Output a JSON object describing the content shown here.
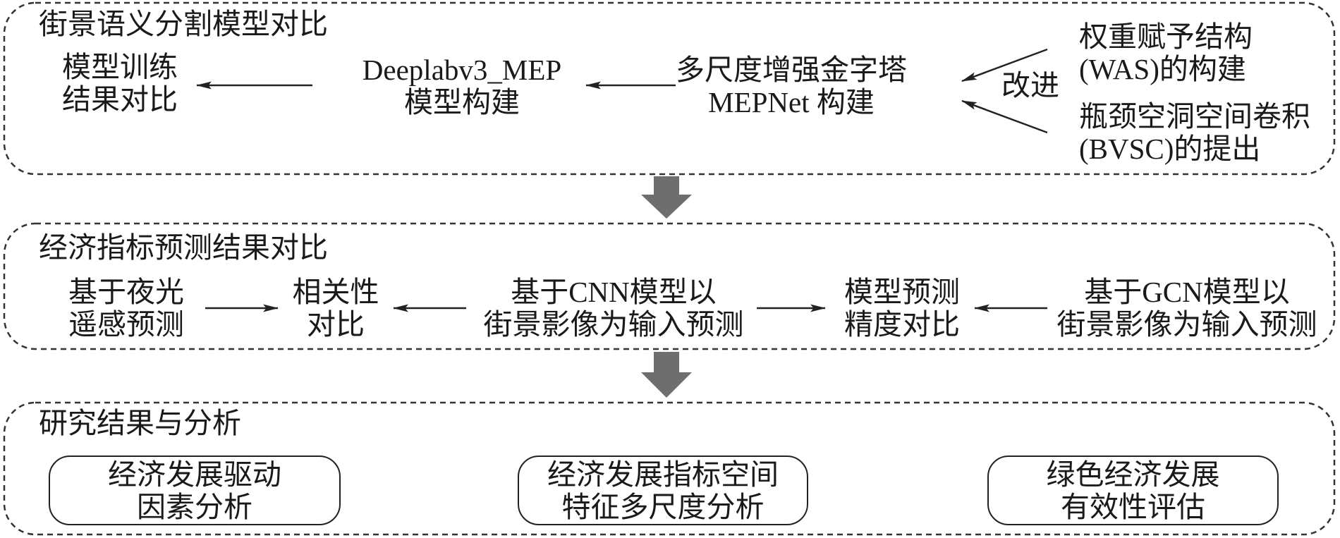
{
  "segmentation": {
    "title": "街景语义分割模型对比",
    "training": [
      "模型训练",
      "结果对比"
    ],
    "deeplab": [
      "Deeplabv3_MEP",
      "模型构建"
    ],
    "mepnet": [
      "多尺度增强金字塔",
      "MEPNet 构建"
    ],
    "improve_label": "改进",
    "was": [
      "权重赋予结构",
      "(WAS)的构建"
    ],
    "bvsc": [
      "瓶颈空洞空间卷积",
      "(BVSC)的提出"
    ]
  },
  "prediction": {
    "title": "经济指标预测结果对比",
    "night_light": [
      "基于夜光",
      "遥感预测"
    ],
    "correlation": [
      "相关性",
      "对比"
    ],
    "cnn": [
      "基于CNN模型以",
      "街景影像为输入预测"
    ],
    "accuracy": [
      "模型预测",
      "精度对比"
    ],
    "gcn": [
      "基于GCN模型以",
      "街景影像为输入预测"
    ]
  },
  "results": {
    "title": "研究结果与分析",
    "items": [
      [
        "经济发展驱动",
        "因素分析"
      ],
      [
        "经济发展指标空间",
        "特征多尺度分析"
      ],
      [
        "绿色经济发展",
        "有效性评估"
      ]
    ]
  },
  "colors": {
    "background": "#ffffff",
    "text": "#1a1a1a",
    "stroke": "#222222",
    "dashed_border": "#333333",
    "flow_arrow": "#6e6e6e"
  }
}
